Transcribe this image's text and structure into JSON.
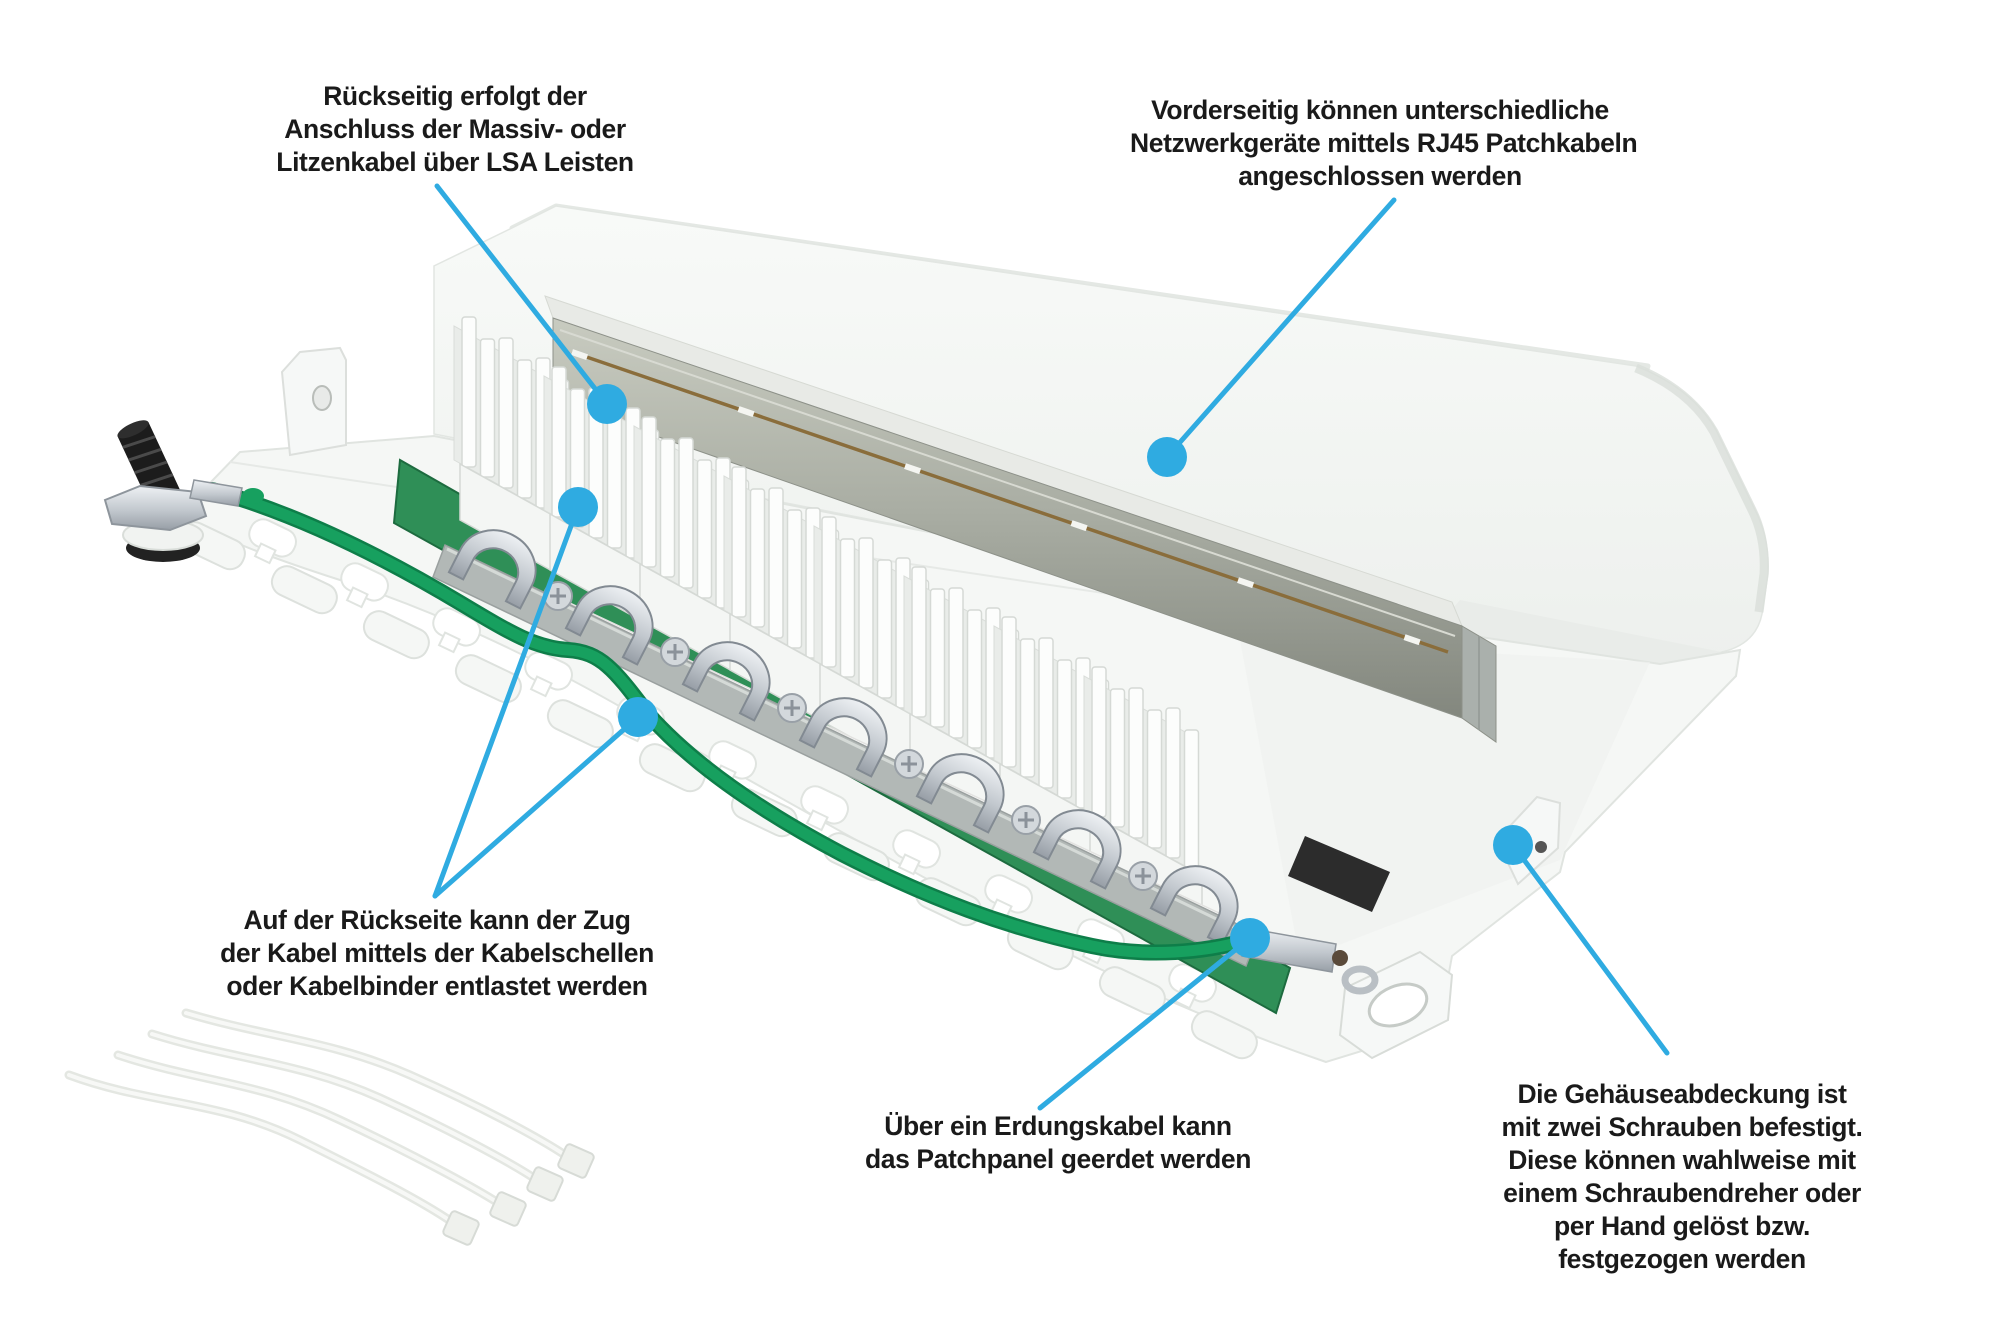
{
  "colors": {
    "accent": "#2fabe1",
    "ground_cable": "#17a05f",
    "ground_cable_dark": "#0e7e49",
    "pcb": "#2f8f57",
    "panel_white": "#f5f7f5"
  },
  "annotations": [
    {
      "id": "lsa-back",
      "lines": [
        "Rückseitig erfolgt der",
        "Anschluss der Massiv- oder",
        "Litzenkabel über LSA Leisten"
      ]
    },
    {
      "id": "front-rj45",
      "lines": [
        "Vorderseitig können unterschiedliche",
        "Netzwerkgeräte mittels RJ45 Patchkabeln",
        "angeschlossen werden"
      ]
    },
    {
      "id": "strain-relief",
      "lines": [
        "Auf der Rückseite kann der Zug",
        "der Kabel mittels der Kabelschellen",
        "oder Kabelbinder entlastet werden"
      ]
    },
    {
      "id": "grounding",
      "lines": [
        "Über ein Erdungskabel kann",
        "das Patchpanel geerdet werden"
      ]
    },
    {
      "id": "cover-screws",
      "lines": [
        "Die Gehäuseabdeckung ist",
        "mit zwei Schrauben befestigt.",
        "Diese können wahlweise mit",
        "einem Schraubendreher oder",
        "per Hand gelöst bzw.",
        "festgezogen werden"
      ]
    }
  ]
}
